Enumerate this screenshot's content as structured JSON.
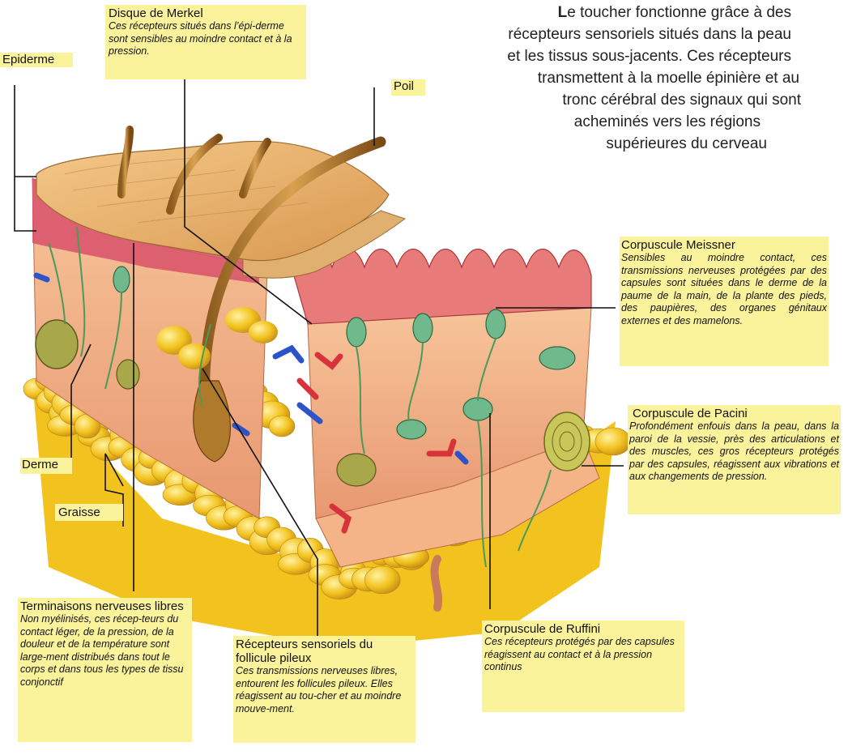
{
  "intro": {
    "lines": [
      "Le toucher fonctionne grâce à des",
      "récepteurs sensoriels situés dans la peau",
      "et les tissus sous-jacents. Ces récepteurs",
      "transmettent à la moelle épinière et au",
      "tronc cérébral des signaux qui sont",
      "acheminés vers les régions",
      "supérieures du cerveau"
    ]
  },
  "labels": {
    "epiderme": "Epiderme",
    "poil": "Poil",
    "derme": "Derme",
    "graisse": "Graisse",
    "merkel": {
      "title": "Disque de Merkel",
      "desc": "Ces récepteurs situés dans l’épi-derme sont sensibles au moindre contact et à la pression."
    },
    "meissner": {
      "title": "Corpuscule Meissner",
      "desc": "Sensibles au moindre contact, ces transmissions nerveuses protégées par des capsules sont situées dans le derme de la paume de la main, de la plante des pieds, des paupières, des organes génitaux externes et des mamelons."
    },
    "pacini": {
      "title": "Corpuscule de Pacini",
      "desc": "Profondément enfouis dans la peau, dans la paroi de la vessie, près des articulations et des muscles, ces gros récepteurs protégés par des capsules, réagissent aux vibrations et aux changements de pression."
    },
    "ruffini": {
      "title": "Corpuscule de Ruffini",
      "desc": "Ces récepteurs protégés par des capsules réagissent au contact et à la pression continus"
    },
    "follicule": {
      "title": "Récepteurs sensoriels du follicule pileux",
      "desc": "Ces transmissions nerveuses libres, entourent les follicules pileux. Elles réagissent au tou-cher et au moindre mouve-ment."
    },
    "terminaisons": {
      "title": "Terminaisons nerveuses libres",
      "desc": "Non myélinisés, ces récep-teurs du contact léger, de la pression, de la douleur et de la température sont large-ment distribués dans tout le corps et dans tous les types de tissu conjonctif"
    }
  },
  "colors": {
    "label_bg": "#fbf39c",
    "fat": "#f2c21e",
    "dermis": "#f0a878",
    "epidermis_top": "#e8a860",
    "papillae": "#c8405a",
    "receptor": "#6fb98c",
    "pacini": "#c9c65a",
    "vessel_red": "#d8323c",
    "vessel_blue": "#2c54c8",
    "hair": "#b07a2c"
  }
}
